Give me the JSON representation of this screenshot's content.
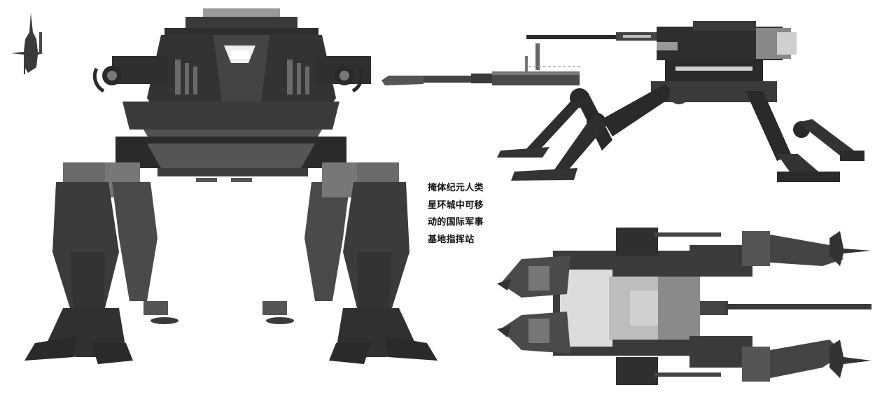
{
  "artwork": {
    "subject": "quadruped mobile command-base mech concept sheet",
    "palette": {
      "background": "#ffffff",
      "dark": "#2a2a2a",
      "mid": "#4a4a4a",
      "light": "#8a8a8a",
      "highlight": "#d8d8d8",
      "text": "#111111"
    },
    "views": [
      {
        "id": "scale-reference",
        "label": "scale silhouette"
      },
      {
        "id": "front-view",
        "label": "front view"
      },
      {
        "id": "side-view",
        "label": "side view"
      },
      {
        "id": "top-view",
        "label": "top view"
      },
      {
        "id": "detached-cannon",
        "label": "main cannon detail"
      }
    ]
  },
  "caption": {
    "lines": [
      "掩体纪元人类",
      "星环城中可移",
      "动的国际军事",
      "基地指挥站"
    ]
  }
}
